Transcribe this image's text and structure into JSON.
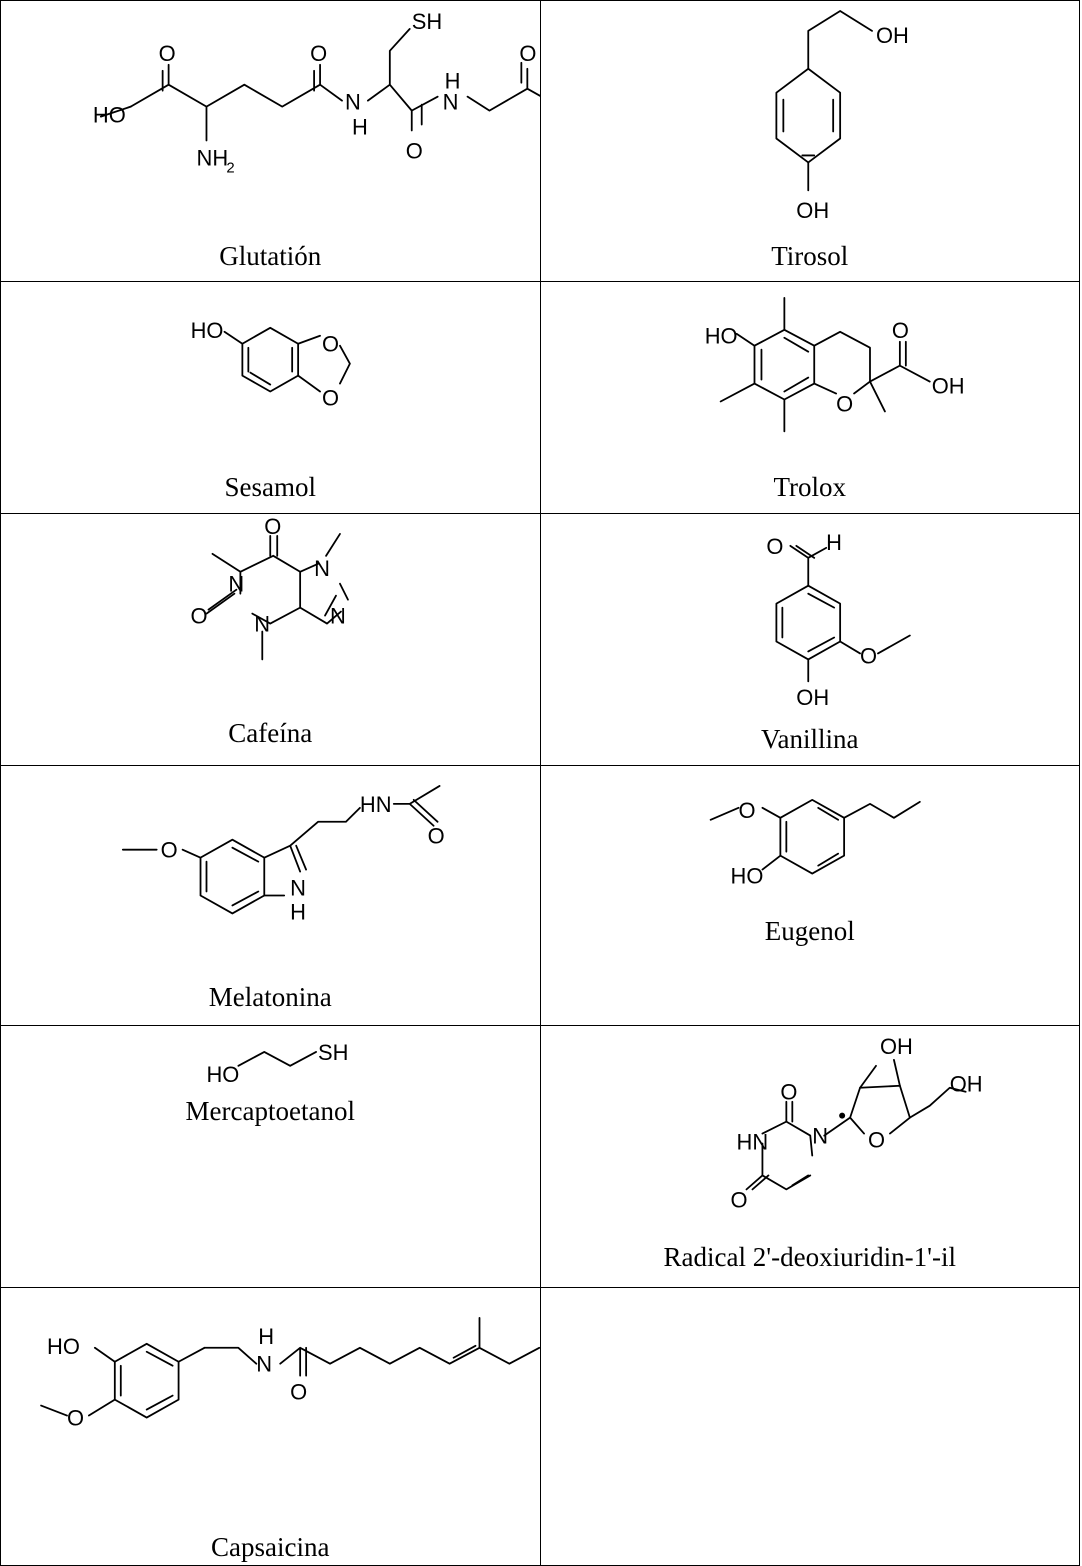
{
  "table": {
    "rows": [
      [
        {
          "name": "Glutatión",
          "atoms": [
            "HO",
            "O",
            "O",
            "SH",
            "H",
            "N",
            "O",
            "NH",
            "2",
            "N",
            "H",
            "O"
          ]
        },
        {
          "name": "Tirosol",
          "atoms": [
            "OH",
            "OH"
          ]
        }
      ],
      [
        {
          "name": "Sesamol",
          "atoms": [
            "HO",
            "O",
            "O"
          ]
        },
        {
          "name": "Trolox",
          "atoms": [
            "HO",
            "O",
            "OH",
            "O"
          ]
        }
      ],
      [
        {
          "name": "Cafeína",
          "atoms": [
            "O",
            "N",
            "N",
            "O",
            "N",
            "N"
          ]
        },
        {
          "name": "Vanillina",
          "atoms": [
            "O",
            "H",
            "O",
            "OH"
          ]
        }
      ],
      [
        {
          "name": "Melatonina",
          "atoms": [
            "HN",
            "O",
            "O",
            "N",
            "H"
          ]
        },
        {
          "name": "Eugenol",
          "atoms": [
            "O",
            "HO"
          ]
        }
      ],
      [
        {
          "name": "Mercaptoetanol",
          "atoms": [
            "HO",
            "SH"
          ]
        },
        {
          "name": "Radical 2'-deoxiuridin-1'-il",
          "atoms": [
            "OH",
            "OH",
            "O",
            "HN",
            "N",
            "O",
            "O"
          ]
        }
      ],
      [
        {
          "name": "Capsaicina",
          "atoms": [
            "HO",
            "H",
            "N",
            "O",
            "O"
          ]
        },
        {
          "name": "",
          "atoms": []
        }
      ]
    ]
  }
}
